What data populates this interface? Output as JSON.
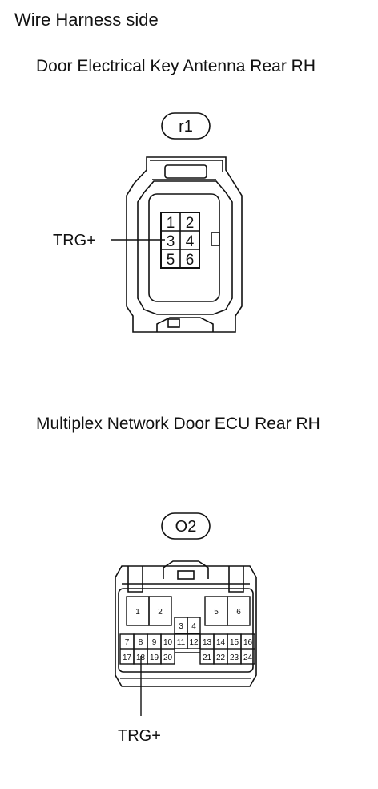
{
  "header": "Wire Harness side",
  "connector1": {
    "title": "Door Electrical Key Antenna Rear RH",
    "code": "r1",
    "callout": "TRG+",
    "pins": [
      "1",
      "2",
      "3",
      "4",
      "5",
      "6"
    ]
  },
  "connector2": {
    "title": "Multiplex Network Door ECU Rear RH",
    "code": "O2",
    "callout": "TRG+",
    "pins": [
      "1",
      "2",
      "3",
      "4",
      "5",
      "6",
      "7",
      "8",
      "9",
      "10",
      "11",
      "12",
      "13",
      "14",
      "15",
      "16",
      "17",
      "18",
      "19",
      "20",
      "21",
      "22",
      "23",
      "24"
    ]
  },
  "colors": {
    "line": "#111111",
    "background": "#ffffff"
  }
}
